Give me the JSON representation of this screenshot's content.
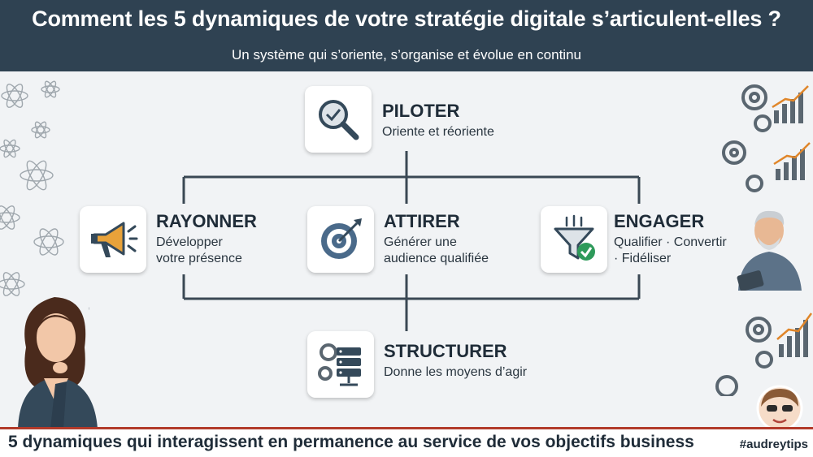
{
  "header": {
    "title": "Comment les 5 dynamiques de votre stratégie digitale s’articulent-elles ?",
    "subtitle": "Un système qui s’oriente, s’organise et évolue en continu"
  },
  "nodes": {
    "piloter": {
      "title": "PILOTER",
      "line1": "Oriente et réoriente",
      "line2": "",
      "icon": "magnifier-check-icon"
    },
    "rayonner": {
      "title": "RAYONNER",
      "line1": "Développer",
      "line2": "votre présence",
      "icon": "megaphone-icon"
    },
    "attirer": {
      "title": "ATTIRER",
      "line1": "Générer une",
      "line2": "audience qualifiée",
      "icon": "target-icon"
    },
    "engager": {
      "title": "ENGAGER",
      "line1": "Qualifier · Convertir",
      "line2": "· Fidéliser",
      "icon": "funnel-check-icon"
    },
    "structurer": {
      "title": "STRUCTURER",
      "line1": "Donne les moyens d’agir",
      "line2": "",
      "icon": "server-gear-icon"
    }
  },
  "footer": {
    "text": "5 dynamiques qui interagissent en permanence au service de vos objectifs business",
    "hashtag": "#audreytips"
  },
  "colors": {
    "header_bg": "#2f4252",
    "accent_line": "#b23a2a",
    "icon_dark": "#34495a",
    "icon_green": "#2e9a5a",
    "icon_orange": "#e8a23a"
  }
}
